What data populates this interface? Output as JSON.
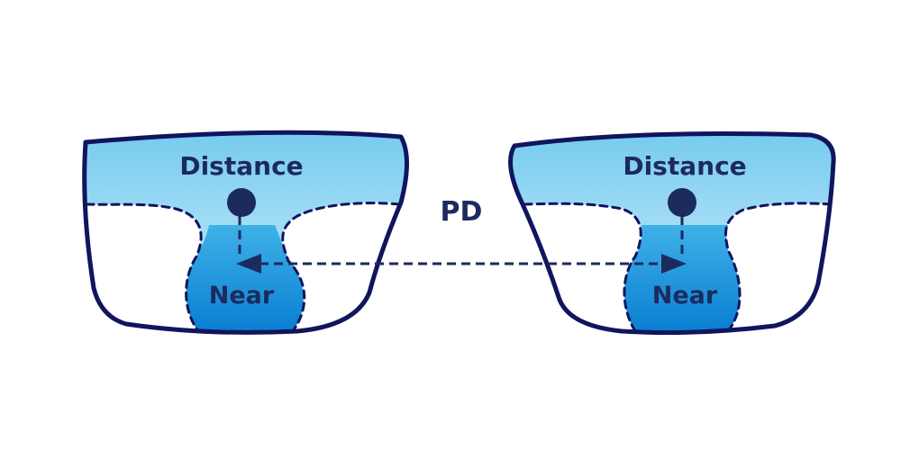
{
  "lenses": [
    {
      "distance_label": "Distance",
      "near_label": "Near"
    },
    {
      "distance_label": "Distance",
      "near_label": "Near"
    }
  ],
  "measurement": {
    "label": "PD"
  },
  "colors": {
    "outline": "#10155e",
    "text": "#1c2a5e",
    "distance_zone_top": "#6fc8ee",
    "distance_zone_bottom": "#d2effb",
    "near_zone_top": "#3fb1e8",
    "near_zone_bottom": "#0a7fd1",
    "background": "#ffffff"
  }
}
